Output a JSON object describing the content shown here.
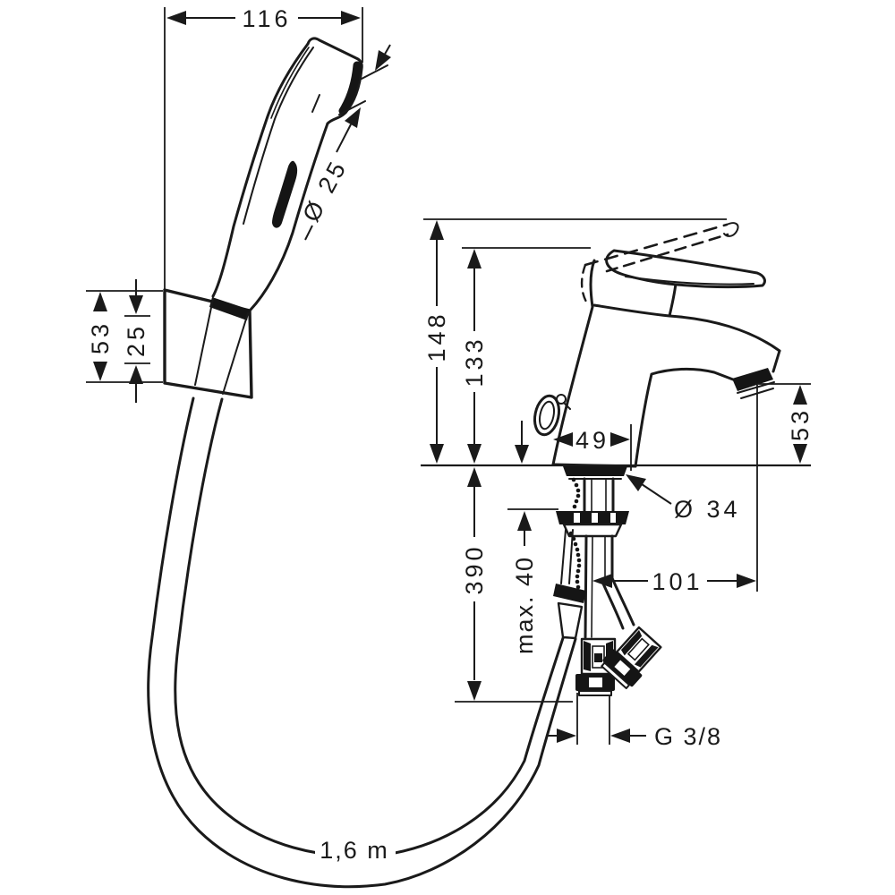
{
  "drawing": {
    "background": "#ffffff",
    "line_color": "#1a1a1a",
    "labels": {
      "handshower_width": "116",
      "spray_face_diameter": "Ø 25",
      "holder_height": "53",
      "holder_offset": "25",
      "total_height": "148",
      "body_height": "133",
      "base_depth": "49",
      "spout_outlet_height": "53",
      "deck_hole_diameter": "Ø 34",
      "below_deck_length": "390",
      "max_mounting_thickness": "max. 40",
      "spout_reach": "101",
      "connection_thread": "G 3/8",
      "hose_length": "1,6 m"
    }
  }
}
